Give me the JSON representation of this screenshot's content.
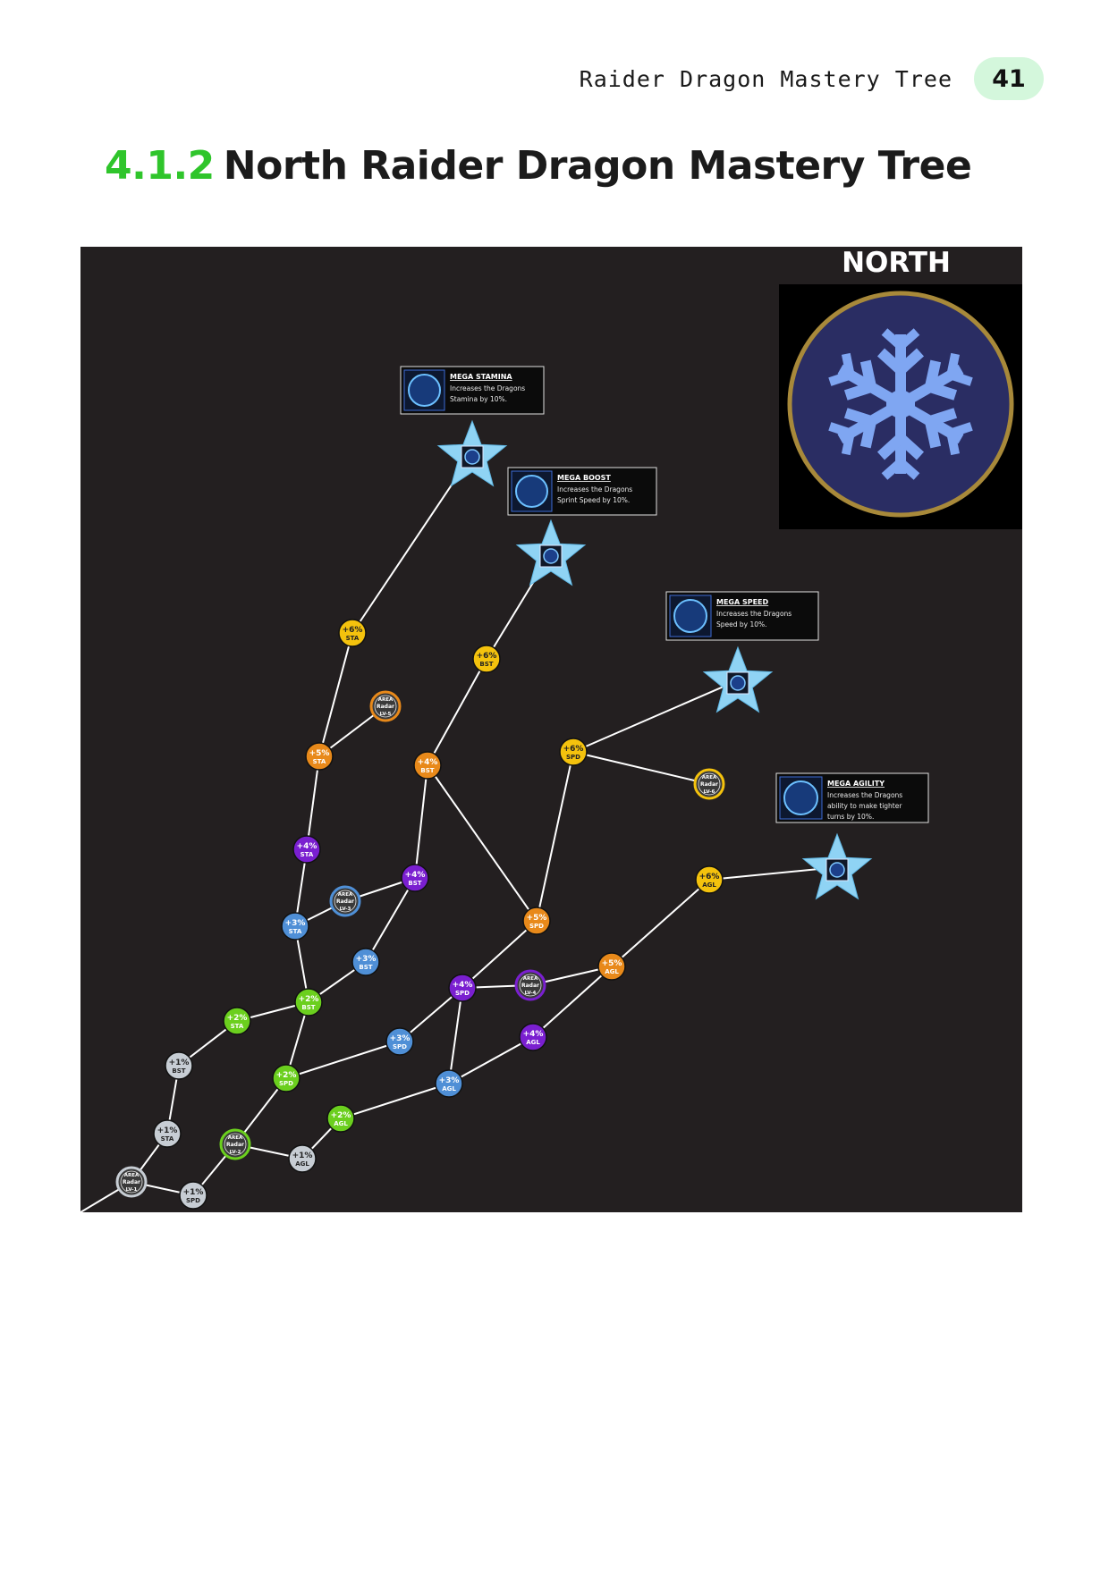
{
  "header": {
    "running_title": "Raider Dragon Mastery Tree",
    "page_number": "41"
  },
  "section": {
    "number": "4.1.2",
    "title": "North Raider Dragon Mastery Tree"
  },
  "figure": {
    "region_label": "NORTH",
    "region_icon": "snowflake-icon",
    "colors": {
      "background": "#231f20",
      "line": "#ffffff",
      "star": "#8fd3f4",
      "yellow": "#f4c20d",
      "orange": "#e8891a",
      "purple": "#7a1fd0",
      "blue": "#4f8fd6",
      "green": "#6bcf1e",
      "gray": "#c7cdd4",
      "emblem_fill": "#2a2d63",
      "emblem_ring": "#a8893a",
      "snowflake": "#7fa6f2"
    },
    "tooltips": [
      {
        "title": "MEGA STAMINA",
        "lines": [
          "Increases the Dragons",
          "Stamina by 10%."
        ]
      },
      {
        "title": "MEGA BOOST",
        "lines": [
          "Increases the Dragons",
          "Sprint Speed by 10%."
        ]
      },
      {
        "title": "MEGA SPEED",
        "lines": [
          "Increases the Dragons",
          "Speed by 10%."
        ]
      },
      {
        "title": "MEGA AGILITY",
        "lines": [
          "Increases the Dragons",
          "ability to make tighter",
          "turns by 10%."
        ]
      }
    ],
    "nodes": [
      {
        "id": "sta6",
        "value": "+6%",
        "stat": "STA",
        "color": "yellow"
      },
      {
        "id": "bst6",
        "value": "+6%",
        "stat": "BST",
        "color": "yellow"
      },
      {
        "id": "spd6",
        "value": "+6%",
        "stat": "SPD",
        "color": "yellow"
      },
      {
        "id": "agl6",
        "value": "+6%",
        "stat": "AGL",
        "color": "yellow"
      },
      {
        "id": "sta5",
        "value": "+5%",
        "stat": "STA",
        "color": "orange"
      },
      {
        "id": "bst4o",
        "value": "+4%",
        "stat": "BST",
        "color": "orange"
      },
      {
        "id": "spd5",
        "value": "+5%",
        "stat": "SPD",
        "color": "orange"
      },
      {
        "id": "agl5",
        "value": "+5%",
        "stat": "AGL",
        "color": "orange"
      },
      {
        "id": "sta4",
        "value": "+4%",
        "stat": "STA",
        "color": "purple"
      },
      {
        "id": "bst4p",
        "value": "+4%",
        "stat": "BST",
        "color": "purple"
      },
      {
        "id": "spd4",
        "value": "+4%",
        "stat": "SPD",
        "color": "purple"
      },
      {
        "id": "agl4",
        "value": "+4%",
        "stat": "AGL",
        "color": "purple"
      },
      {
        "id": "sta3",
        "value": "+3%",
        "stat": "STA",
        "color": "blue"
      },
      {
        "id": "bst3",
        "value": "+3%",
        "stat": "BST",
        "color": "blue"
      },
      {
        "id": "spd3",
        "value": "+3%",
        "stat": "SPD",
        "color": "blue"
      },
      {
        "id": "agl3",
        "value": "+3%",
        "stat": "AGL",
        "color": "blue"
      },
      {
        "id": "sta2",
        "value": "+2%",
        "stat": "STA",
        "color": "green"
      },
      {
        "id": "bst2",
        "value": "+2%",
        "stat": "BST",
        "color": "green"
      },
      {
        "id": "spd2",
        "value": "+2%",
        "stat": "SPD",
        "color": "green"
      },
      {
        "id": "agl2",
        "value": "+2%",
        "stat": "AGL",
        "color": "green"
      },
      {
        "id": "bst1",
        "value": "+1%",
        "stat": "BST",
        "color": "gray"
      },
      {
        "id": "sta1",
        "value": "+1%",
        "stat": "STA",
        "color": "gray"
      },
      {
        "id": "spd1",
        "value": "+1%",
        "stat": "SPD",
        "color": "gray"
      },
      {
        "id": "agl1",
        "value": "+1%",
        "stat": "AGL",
        "color": "gray"
      }
    ],
    "radar_nodes": [
      {
        "id": "r1",
        "top": "AREA",
        "mid": "Radar",
        "level": "LV-1",
        "color": "gray"
      },
      {
        "id": "r2",
        "top": "AREA",
        "mid": "Radar",
        "level": "LV-2",
        "color": "green"
      },
      {
        "id": "r3",
        "top": "AREA",
        "mid": "Radar",
        "level": "LV-3",
        "color": "blue"
      },
      {
        "id": "r4",
        "top": "AREA",
        "mid": "Radar",
        "level": "LV-4",
        "color": "purple"
      },
      {
        "id": "r5",
        "top": "AREA",
        "mid": "Radar",
        "level": "LV-5",
        "color": "orange"
      },
      {
        "id": "r6",
        "top": "AREA",
        "mid": "Radar",
        "level": "LV-6",
        "color": "yellow"
      }
    ],
    "stars": [
      {
        "id": "star_sta",
        "ability": "MEGA STAMINA"
      },
      {
        "id": "star_bst",
        "ability": "MEGA BOOST"
      },
      {
        "id": "star_spd",
        "ability": "MEGA SPEED"
      },
      {
        "id": "star_agl",
        "ability": "MEGA AGILITY"
      }
    ]
  }
}
